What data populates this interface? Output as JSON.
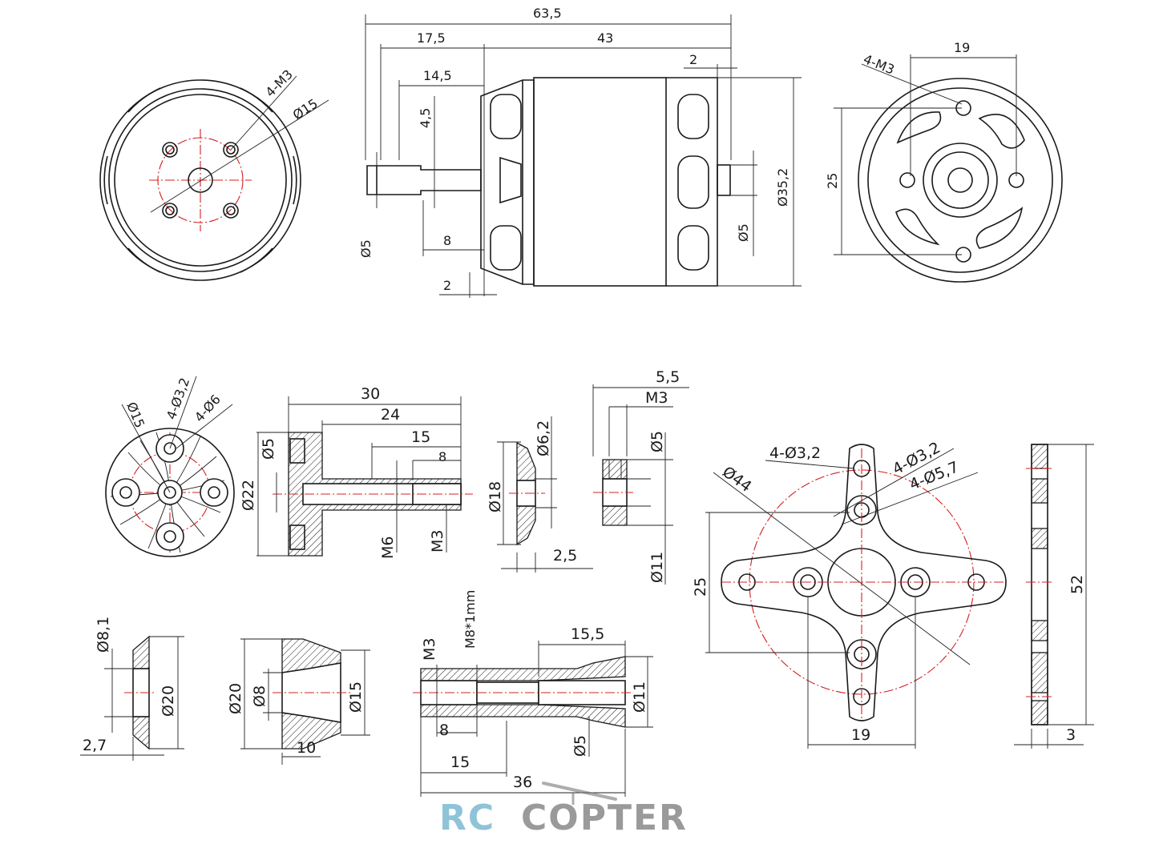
{
  "drawing": {
    "front_view": {
      "mount_screws": "4-M3",
      "bolt_circle": "Ø15"
    },
    "side_view": {
      "overall_length": "63,5",
      "shaft_section": "17,5",
      "body_length": "43",
      "rear_shaft": "2",
      "shaft_length": "14,5",
      "flat_depth": "4,5",
      "shaft_diameter": "Ø5",
      "flat_length": "8",
      "front_gap": "2",
      "rear_shaft_diameter": "Ø5",
      "body_diameter": "Ø35,2"
    },
    "rear_view": {
      "mount_screws": "4-M3",
      "hole_spacing_x": "19",
      "hole_spacing_y": "25"
    },
    "prop_adapter": {
      "bolt_circle": "Ø15",
      "small_holes": "4-Ø3,2",
      "large_holes": "4-Ø6",
      "length_total": "30",
      "length_mid": "24",
      "length_tube": "15",
      "length_thread": "8",
      "flange_hole": "Ø5",
      "flange_diameter": "Ø22",
      "thread_large": "M6",
      "thread_small": "M3"
    },
    "washer": {
      "inner_diameter": "Ø6,2",
      "outer_diameter": "Ø18",
      "thickness": "2,5"
    },
    "nut": {
      "width": "5,5",
      "thread": "M3",
      "inner_diameter": "Ø5",
      "outer_diameter": "Ø11"
    },
    "x_mount": {
      "holes_small": "4-Ø3,2",
      "holes_mid": "4-Ø3,2",
      "holes_large": "4-Ø5,7",
      "span_diameter": "Ø44",
      "spacing_vertical": "25",
      "spacing_horizontal": "19",
      "height": "52",
      "thickness": "3"
    },
    "cone_washer": {
      "inner_diameter": "Ø8,1",
      "outer_diameter": "Ø20",
      "thickness": "2,7"
    },
    "cone_collet": {
      "outer_diameter": "Ø20",
      "inner_diameter": "Ø8",
      "cone_diameter": "Ø15",
      "length": "10"
    },
    "long_adapter": {
      "thread_small": "M3",
      "thread_large": "M8*1mm",
      "collet_length": "15,5",
      "collet_diameter": "Ø11",
      "thread_length": "8",
      "bore_diameter": "Ø5",
      "mid_length": "15",
      "total_length": "36"
    }
  },
  "watermark": {
    "text_left": "RC",
    "text_right": "COPTER"
  },
  "colors": {
    "centerline": "#d42020",
    "outline": "#1a1a1a",
    "watermark_blue": "#8fc3d8",
    "watermark_gray": "#9a9a9a"
  }
}
